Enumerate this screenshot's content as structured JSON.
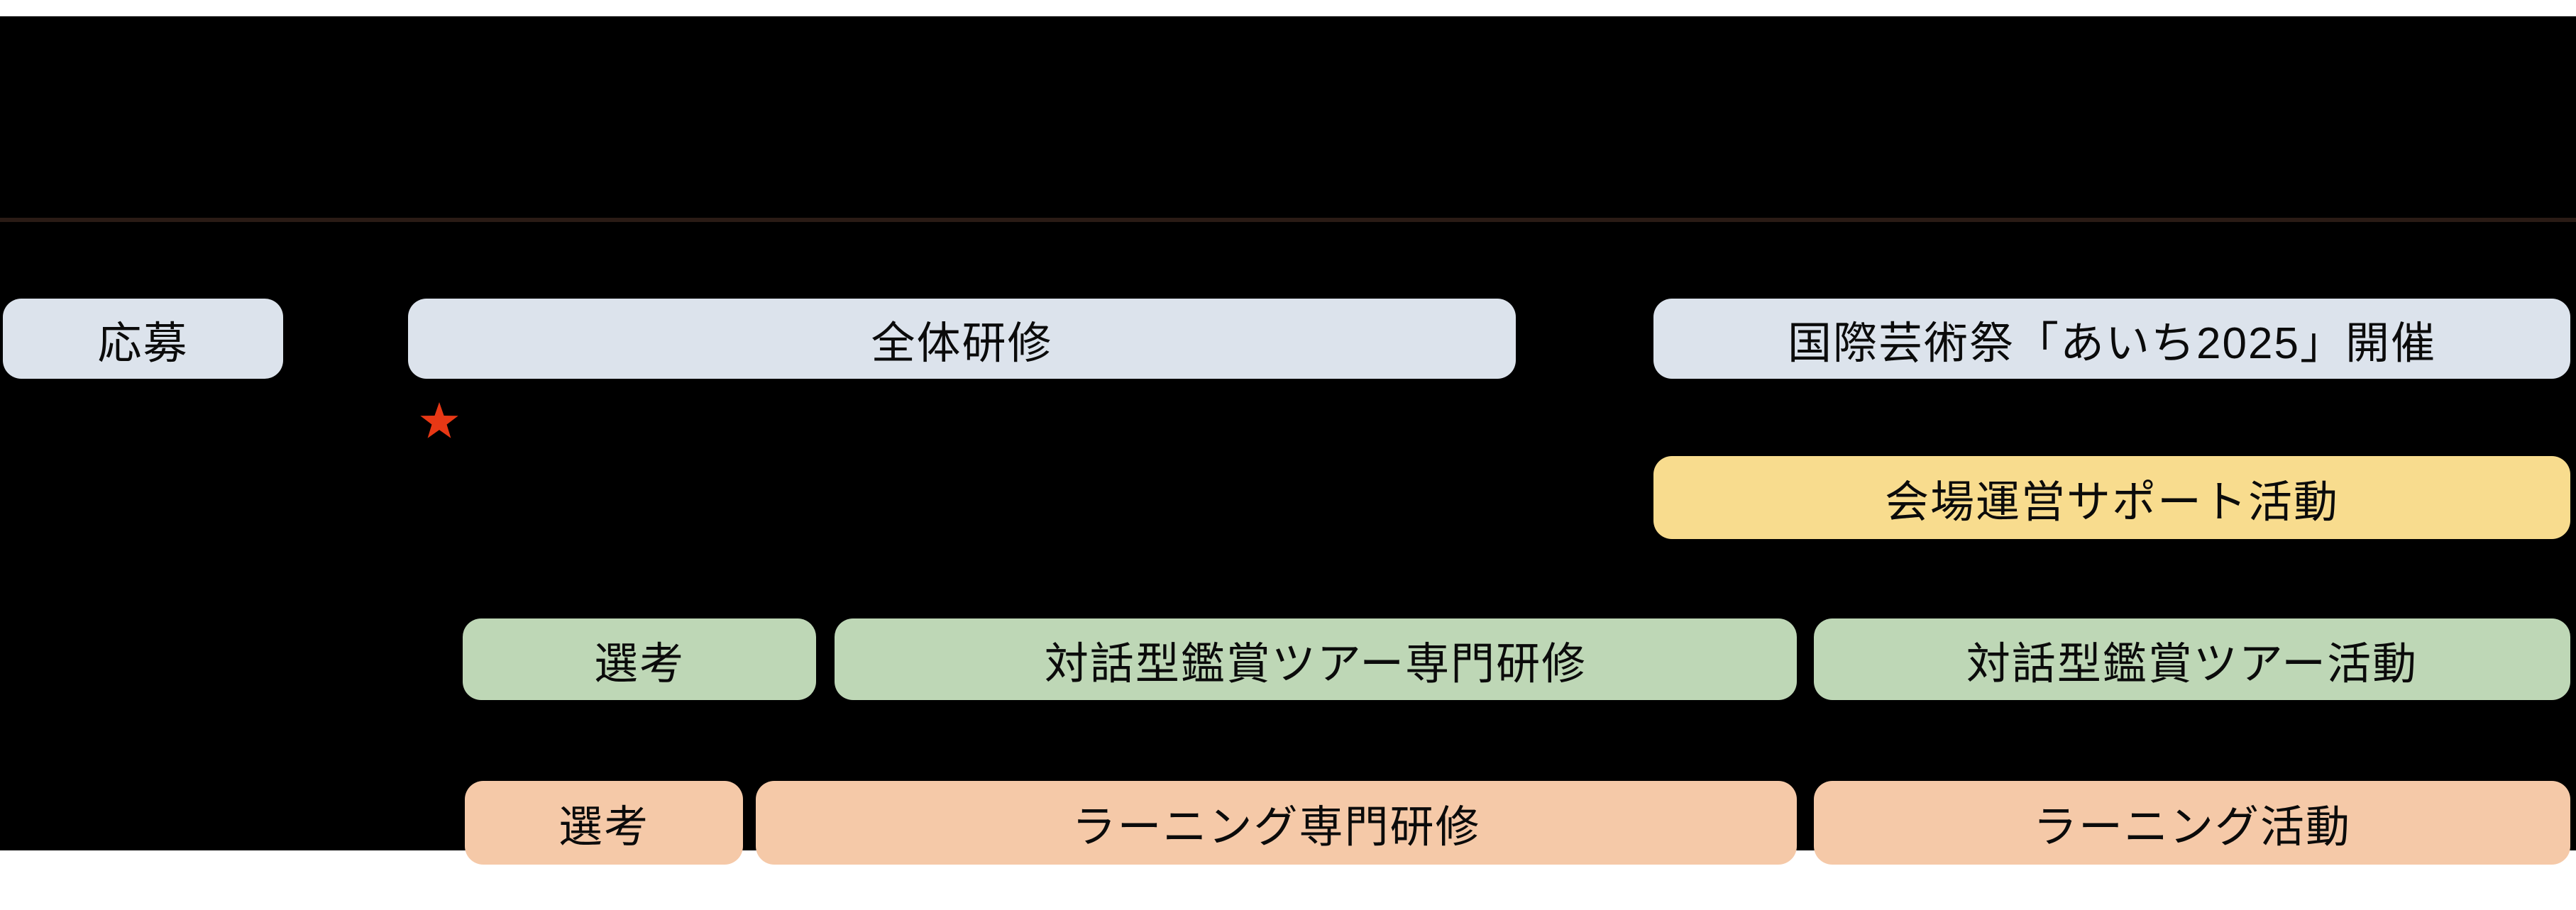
{
  "diagram": {
    "background_color": "#000000",
    "divider_color": "#2a1b15",
    "box_colors": {
      "light": "#dce3ec",
      "yellow": "#f8dc8e",
      "green": "#bed7b6",
      "orange": "#f5c9a8"
    },
    "boxes": {
      "application": {
        "label": "応募"
      },
      "general_training": {
        "label": "全体研修"
      },
      "festival_open": {
        "label": "国際芸術祭「あいち2025」開催"
      },
      "venue_support": {
        "label": "会場運営サポート活動"
      },
      "tour_selection": {
        "label": "選考"
      },
      "tour_training": {
        "label": "対話型鑑賞ツアー専門研修"
      },
      "tour_activity": {
        "label": "対話型鑑賞ツアー活動"
      },
      "learning_selection": {
        "label": "選考"
      },
      "learning_training": {
        "label": "ラーニング専門研修"
      },
      "learning_activity": {
        "label": "ラーニング活動"
      }
    },
    "star_marker": {
      "icon": "star-icon",
      "color": "#e83815"
    }
  }
}
